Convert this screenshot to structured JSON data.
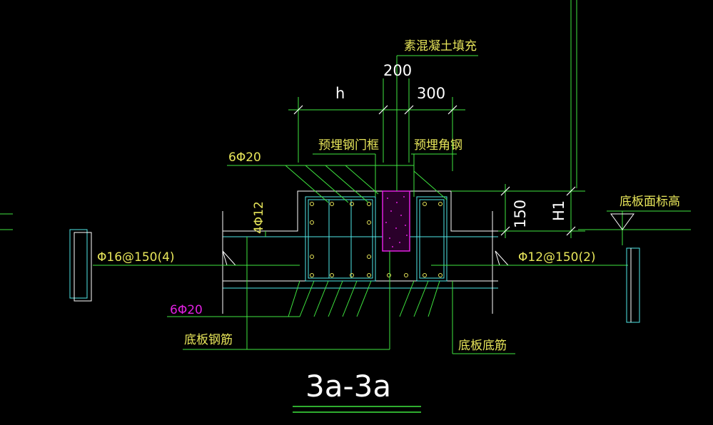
{
  "drawing": {
    "title": "3a-3a",
    "labels": {
      "fill_concrete": "素混凝土填充",
      "embedded_door_frame": "预埋钢门框",
      "embedded_angle_steel": "预埋角钢",
      "top_rebar": "6Φ20",
      "stirrup": "4Φ12",
      "left_rebar": "Φ16@150(4)",
      "right_rebar": "Φ12@150(2)",
      "bottom_rebar": "6Φ20",
      "slab_rebar": "底板钢筋",
      "slab_bottom_rebar": "底板底筋",
      "slab_top_elevation": "底板面标高"
    },
    "dimensions": {
      "width_200": "200",
      "width_h": "h",
      "width_300": "300",
      "height_150": "150",
      "height_H1": "H1"
    },
    "colors": {
      "background": "#000000",
      "line_green": "#3fe63f",
      "line_cyan": "#4fe8e8",
      "line_white": "#ffffff",
      "text_yellow": "#e8e65a",
      "magenta": "#e020e0"
    }
  }
}
